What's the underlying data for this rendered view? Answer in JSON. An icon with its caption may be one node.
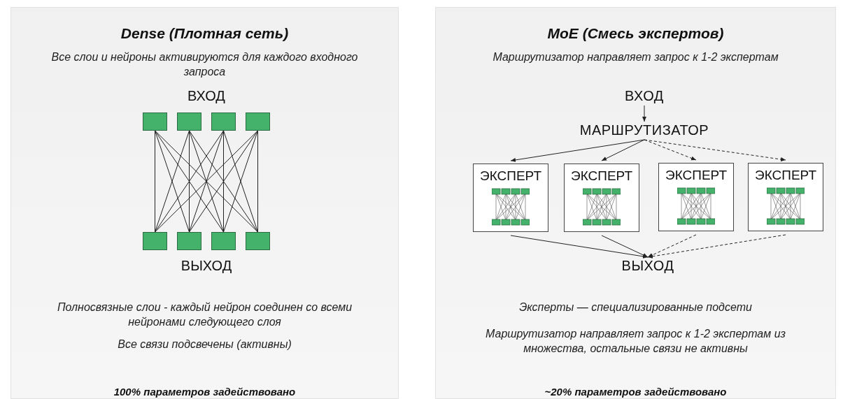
{
  "diagram": {
    "nodes": [
      {
        "text": [
          "Dense (Плотная сеть)",
          "Все слои и нейроны активируются для каждого входного запроса",
          "Полносвязные слои - каждый нейрон соединен со всеми нейронами следующего слоя",
          "Все связи подсвечены (активны)",
          "100% параметров задействовано"
        ]
      },
      {
        "text": [],
        "shape": "box",
        "in": 0
      },
      {
        "text": [],
        "shape": "box",
        "in": 0
      },
      {
        "text": [],
        "shape": "box",
        "in": 0
      },
      {
        "text": [],
        "shape": "box",
        "in": 0
      },
      {
        "text": [],
        "shape": "box",
        "in": 0
      },
      {
        "text": [],
        "shape": "box",
        "in": 0
      },
      {
        "text": [],
        "shape": "box",
        "in": 0
      },
      {
        "text": [],
        "shape": "box",
        "in": 0
      },
      {
        "text": [
          "MoE (Смесь экспертов)",
          "Маршрутизатор направляет запрос к 1-2 экспертам",
          "Эксперты — специализированные подсети",
          "Маршрутизатор направляет запрос к 1-2 экспертам из множества, остальные связи не активны",
          "~20% параметров задействовано"
        ]
      },
      {
        "text": [
          "ВХОД"
        ],
        "in": 9
      },
      {
        "text": [
          "МАРШРУТИЗАТОР"
        ],
        "in": 9
      },
      {
        "text": [
          "ЭКСПЕРТ"
        ],
        "in": 9
      },
      {
        "text": [
          "ЭКСПЕРТ"
        ],
        "in": 9
      },
      {
        "text": [
          "ЭКСПЕРТ"
        ],
        "in": 9
      },
      {
        "text": [
          "ЭКСПЕРТ"
        ],
        "in": 9
      },
      {
        "text": [
          "ВЫХОД"
        ],
        "in": 9
      }
    ],
    "edges": [
      {
        "from": 1,
        "to": 5,
        "arrow": "none"
      },
      {
        "from": 1,
        "to": 6,
        "arrow": "none"
      },
      {
        "from": 1,
        "to": 7,
        "arrow": "none"
      },
      {
        "from": 1,
        "to": 8,
        "arrow": "none"
      },
      {
        "from": 2,
        "to": 5,
        "arrow": "none"
      },
      {
        "from": 2,
        "to": 6,
        "arrow": "none"
      },
      {
        "from": 2,
        "to": 7,
        "arrow": "none"
      },
      {
        "from": 2,
        "to": 8,
        "arrow": "none"
      },
      {
        "from": 3,
        "to": 5,
        "arrow": "none"
      },
      {
        "from": 3,
        "to": 6,
        "arrow": "none"
      },
      {
        "from": 3,
        "to": 7,
        "arrow": "none"
      },
      {
        "from": 3,
        "to": 8,
        "arrow": "none"
      },
      {
        "from": 4,
        "to": 5,
        "arrow": "none"
      },
      {
        "from": 4,
        "to": 6,
        "arrow": "none"
      },
      {
        "from": 4,
        "to": 7,
        "arrow": "none"
      },
      {
        "from": 4,
        "to": 8,
        "arrow": "none"
      },
      {
        "from": 10,
        "to": 11,
        "arrow": "to"
      },
      {
        "from": 11,
        "to": 12,
        "arrow": "to"
      },
      {
        "from": 11,
        "to": 13,
        "arrow": "to"
      },
      {
        "from": 11,
        "to": 14,
        "arrow": "to",
        "style": "dashed"
      },
      {
        "from": 11,
        "to": 15,
        "arrow": "to",
        "style": "dashed"
      },
      {
        "from": 12,
        "to": 16,
        "arrow": "to"
      },
      {
        "from": 13,
        "to": 16,
        "arrow": "to"
      },
      {
        "from": 14,
        "to": 16,
        "arrow": "to",
        "style": "dashed"
      },
      {
        "from": 15,
        "to": 16,
        "arrow": "to",
        "style": "dashed"
      }
    ],
    "labels": [
      "ВХОД",
      "ВЫХОД"
    ]
  }
}
